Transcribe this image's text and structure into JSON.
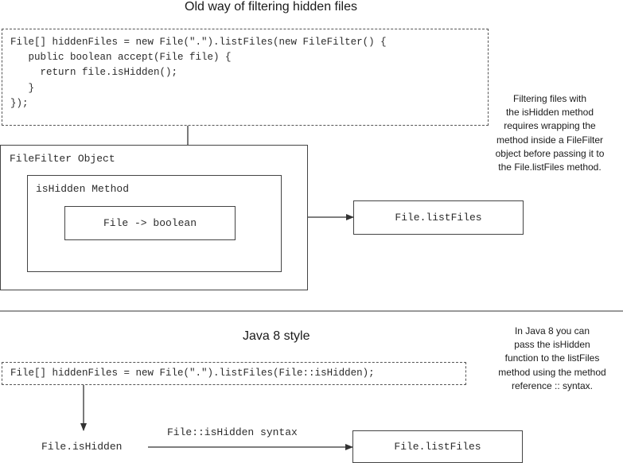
{
  "old": {
    "title": "Old way of filtering hidden files",
    "code_lines": [
      "File[] hiddenFiles = new File(\".\").listFiles(new FileFilter() {",
      "   public boolean accept(File file) {",
      "     return file.isHidden();",
      "   }",
      "});"
    ],
    "filefilter_label": "FileFilter Object",
    "ishidden_label": "isHidden Method",
    "lambda_label": "File -> boolean",
    "listfiles_label": "File.listFiles",
    "note_lines": [
      "Filtering files with",
      "the isHidden method",
      "requires wrapping the",
      "method inside a FileFilter",
      "object before passing it to",
      "the File.listFiles method."
    ]
  },
  "new": {
    "title": "Java 8 style",
    "code_line": "File[] hiddenFiles = new File(\".\").listFiles(File::isHidden);",
    "ishidden_text": "File.isHidden",
    "syntax_label": "File::isHidden syntax",
    "listfiles_label": "File.listFiles",
    "note_lines": [
      "In Java 8 you can",
      "pass the isHidden",
      "function to the listFiles",
      "method using the method",
      "reference :: syntax."
    ]
  }
}
